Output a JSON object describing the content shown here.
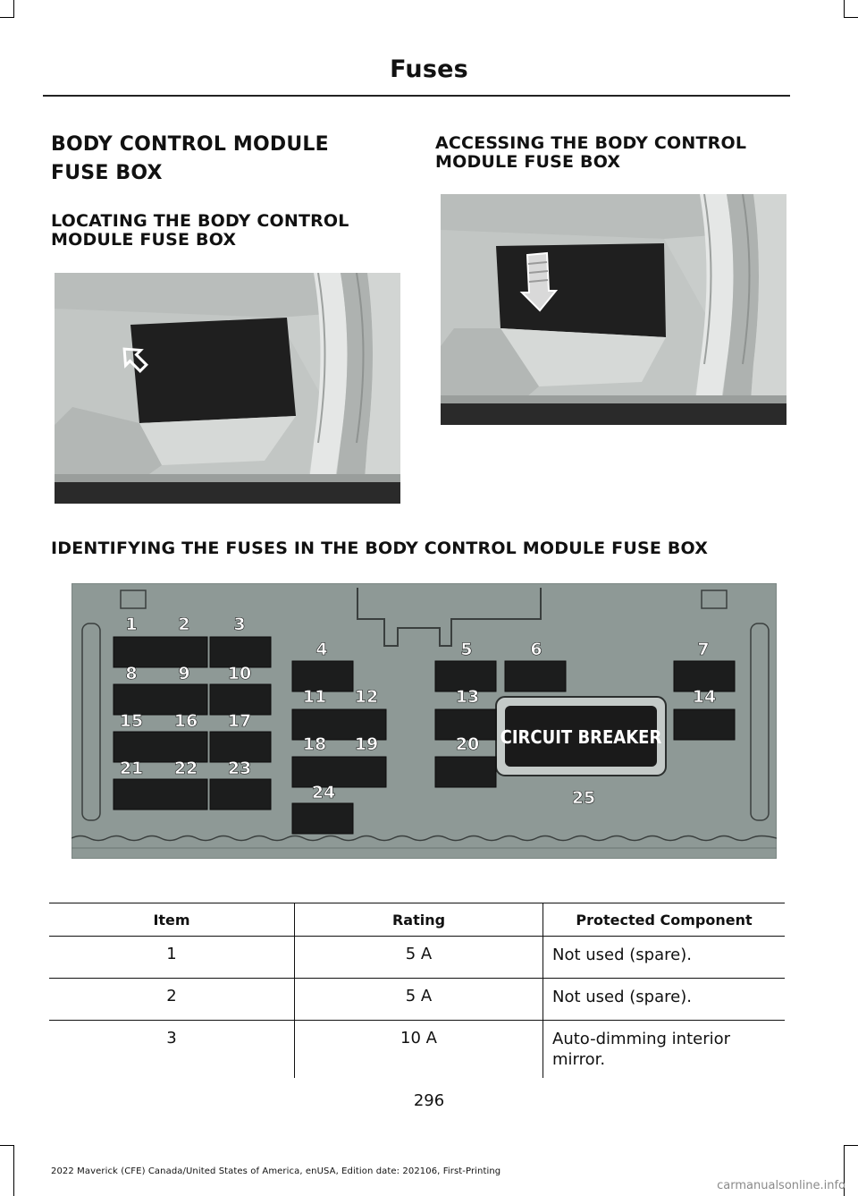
{
  "header": {
    "title": "Fuses"
  },
  "sections": {
    "left_title_line1": "BODY CONTROL MODULE",
    "left_title_line2": "FUSE BOX",
    "locating_line1": "LOCATING THE BODY CONTROL",
    "locating_line2": "MODULE FUSE BOX",
    "accessing_line1": "ACCESSING THE BODY CONTROL",
    "accessing_line2": "MODULE FUSE BOX",
    "identifying": "IDENTIFYING THE FUSES IN THE BODY CONTROL MODULE FUSE BOX"
  },
  "fuse_diagram": {
    "numbers": [
      "1",
      "2",
      "3",
      "4",
      "5",
      "6",
      "7",
      "8",
      "9",
      "10",
      "11",
      "12",
      "13",
      "14",
      "15",
      "16",
      "17",
      "18",
      "19",
      "20",
      "21",
      "22",
      "23",
      "24",
      "25"
    ],
    "breaker_label": "CIRCUIT BREAKER"
  },
  "table": {
    "headers": [
      "Item",
      "Rating",
      "Protected Component"
    ],
    "rows": [
      {
        "item": "1",
        "rating": "5 A",
        "component": "Not used (spare)."
      },
      {
        "item": "2",
        "rating": "5 A",
        "component": "Not used (spare)."
      },
      {
        "item": "3",
        "rating": "10 A",
        "component": "Auto-dimming interior mirror."
      }
    ]
  },
  "page_number": "296",
  "footer": "2022 Maverick (CFE) Canada/United States of America, enUSA, Edition date: 202106, First-Printing",
  "watermark": "carmanualsonline.info"
}
